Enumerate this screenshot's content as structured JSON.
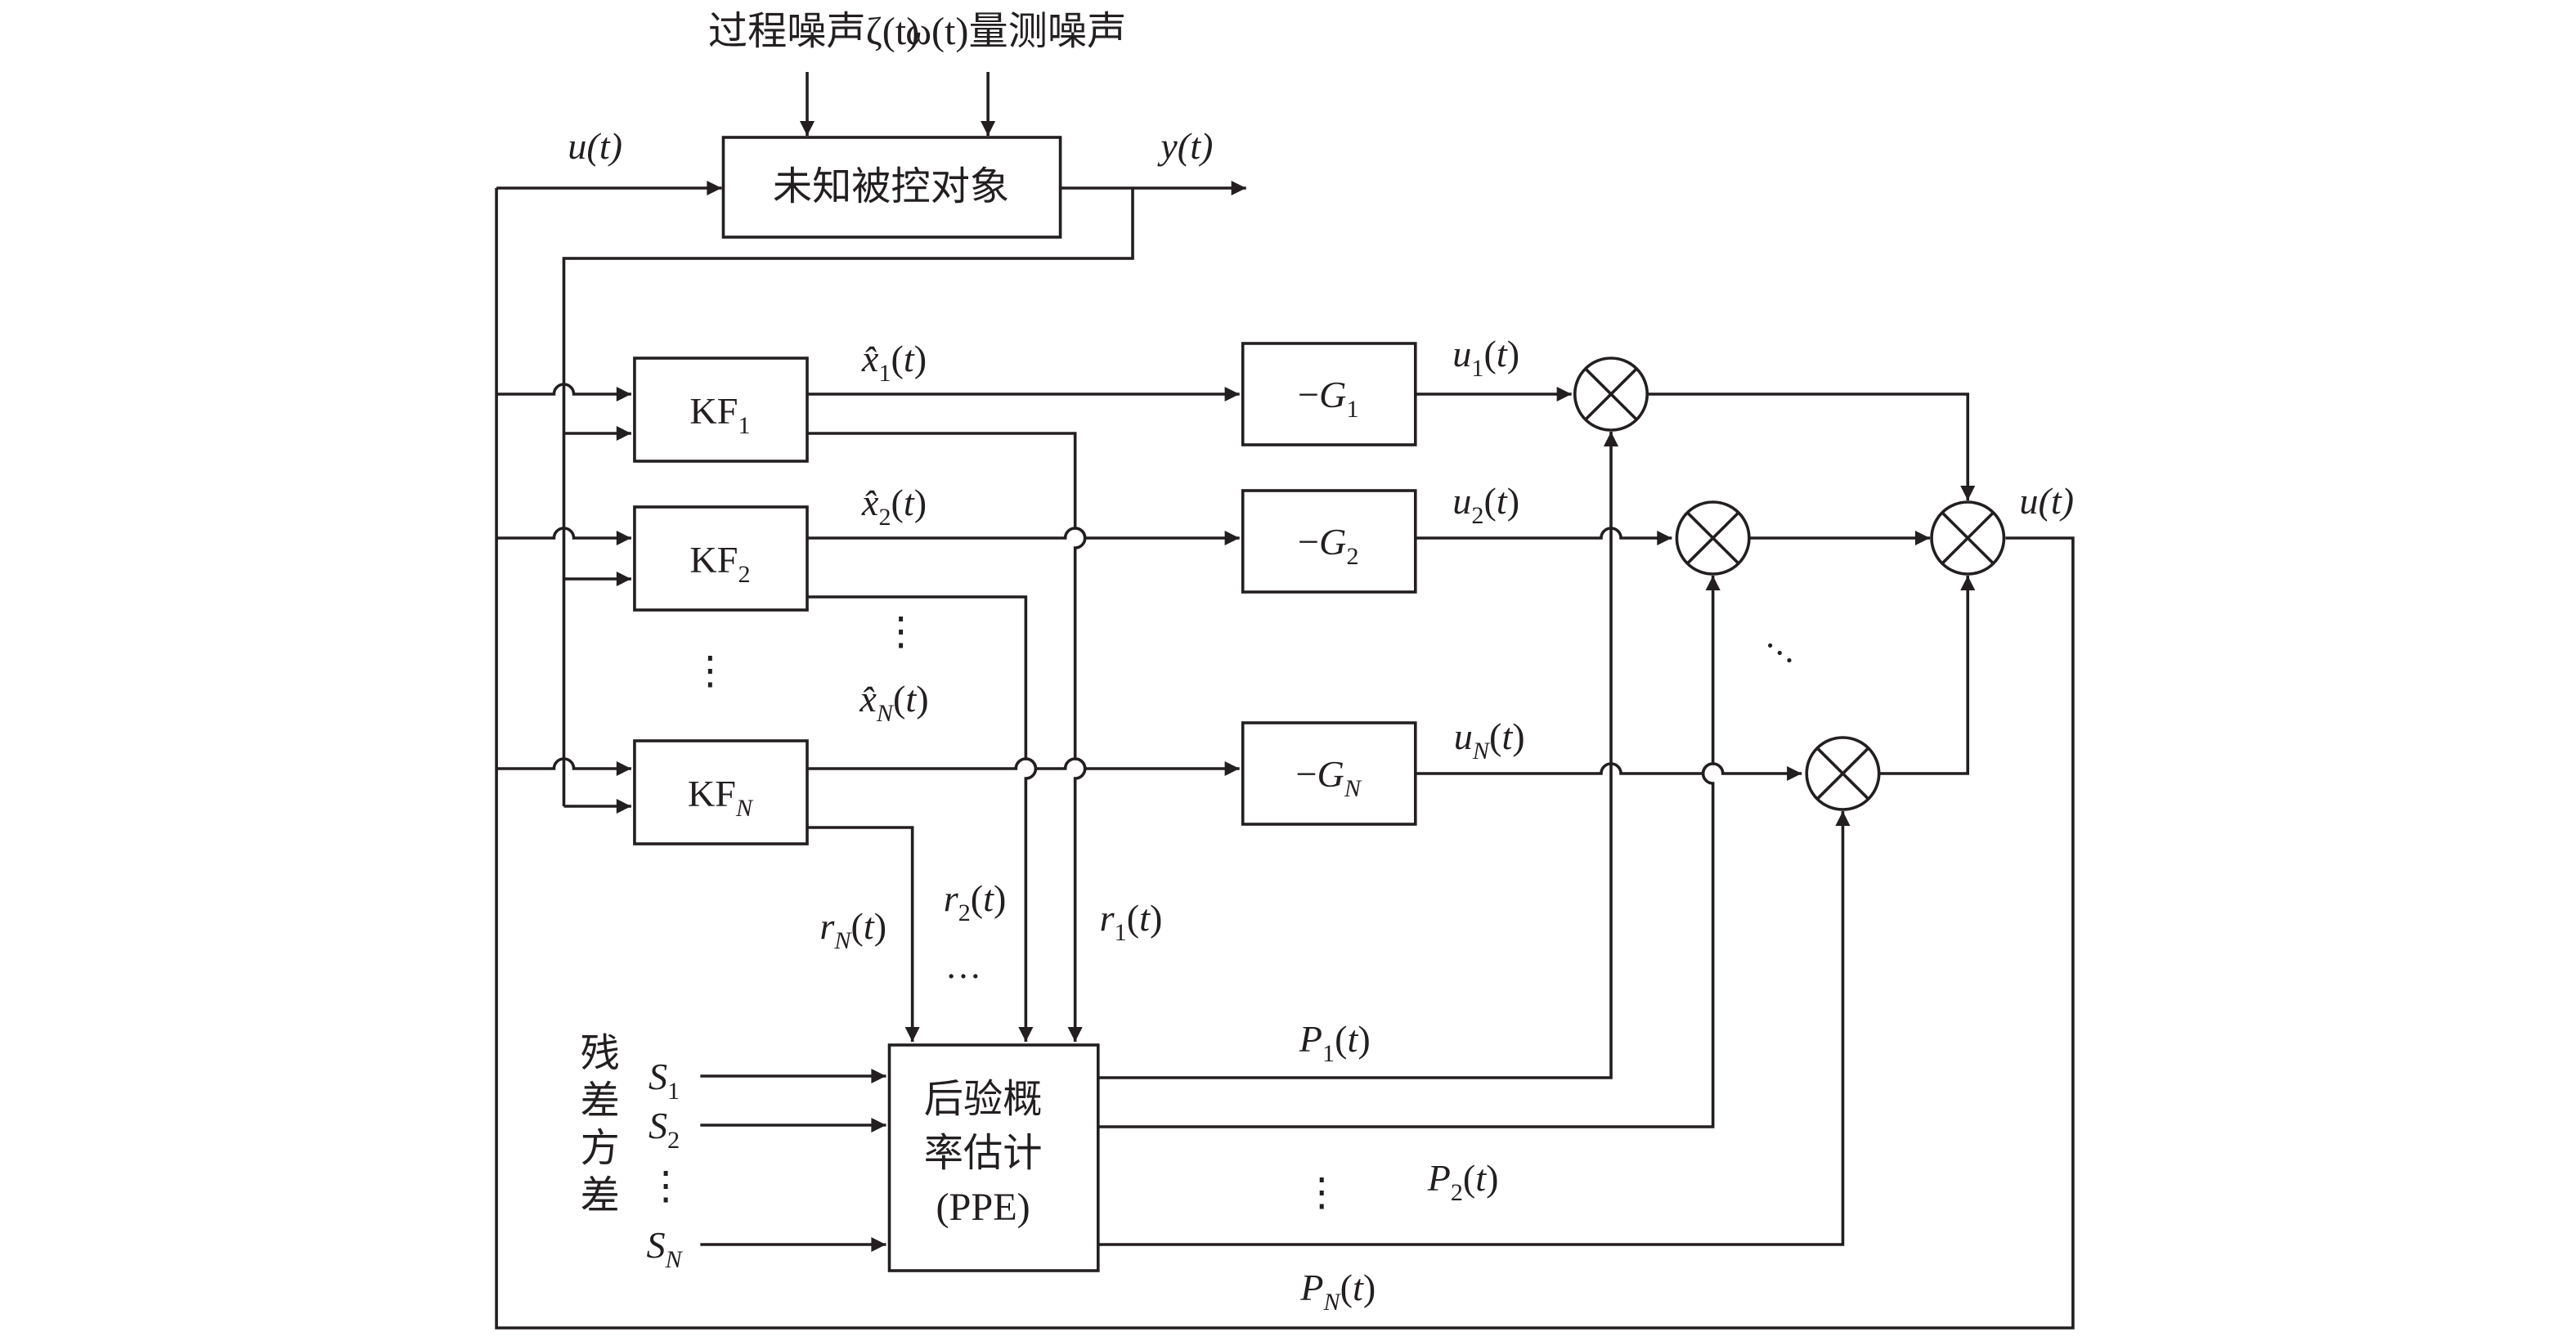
{
  "labels": {
    "process_noise": "过程噪声ζ(t)",
    "measurement_noise": "ω(t)量测噪声",
    "u_in": "u(t)",
    "y_out": "y(t)",
    "x1": "x̂1(t)",
    "x2": "x̂2(t)",
    "xN": "x̂N(t)",
    "u1": "u1(t)",
    "u2": "u2(t)",
    "uN": "uN(t)",
    "u_total": "u(t)",
    "r1": "r1(t)",
    "r2": "r2(t)",
    "rN": "rN(t)",
    "P1": "P1(t)",
    "P2": "P2(t)",
    "PN": "PN(t)",
    "S1": "S1",
    "S2": "S2",
    "SN": "SN",
    "residual_variance": [
      "残",
      "差",
      "方",
      "差"
    ],
    "dots": "…",
    "vdots": "⋮"
  },
  "blocks": {
    "plant": "未知被控对象",
    "kf1": "KF1",
    "kf2": "KF2",
    "kfN": "KFN",
    "g1": "−G1",
    "g2": "−G2",
    "gN": "−GN",
    "ppe": [
      "后验概",
      "率估计",
      "(PPE)"
    ]
  },
  "colors": {
    "ink": "#231f20",
    "background": "#ffffff"
  }
}
